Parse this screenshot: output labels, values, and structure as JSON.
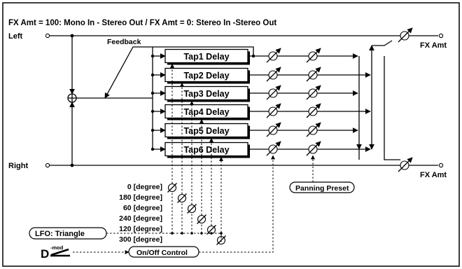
{
  "header": {
    "title": "FX Amt = 100: Mono In - Stereo Out  /  FX Amt = 0: Stereo In -Stereo Out"
  },
  "io": {
    "left_label": "Left",
    "right_label": "Right"
  },
  "feedback_label": "Feedback",
  "fx_amt_label": "FX Amt",
  "taps": [
    {
      "label": "Tap1 Delay",
      "phase": "0 [degree]"
    },
    {
      "label": "Tap2 Delay",
      "phase": "180 [degree]"
    },
    {
      "label": "Tap3 Delay",
      "phase": "60 [degree]"
    },
    {
      "label": "Tap4 Delay",
      "phase": "240 [degree]"
    },
    {
      "label": "Tap5 Delay",
      "phase": "120 [degree]"
    },
    {
      "label": "Tap6 Delay",
      "phase": "300 [degree]"
    }
  ],
  "lfo_label": "LFO: Triangle",
  "panning_label": "Panning Preset",
  "onoff_label": "On/Off Control",
  "dmod": {
    "main": "D",
    "sup": "-mod"
  }
}
